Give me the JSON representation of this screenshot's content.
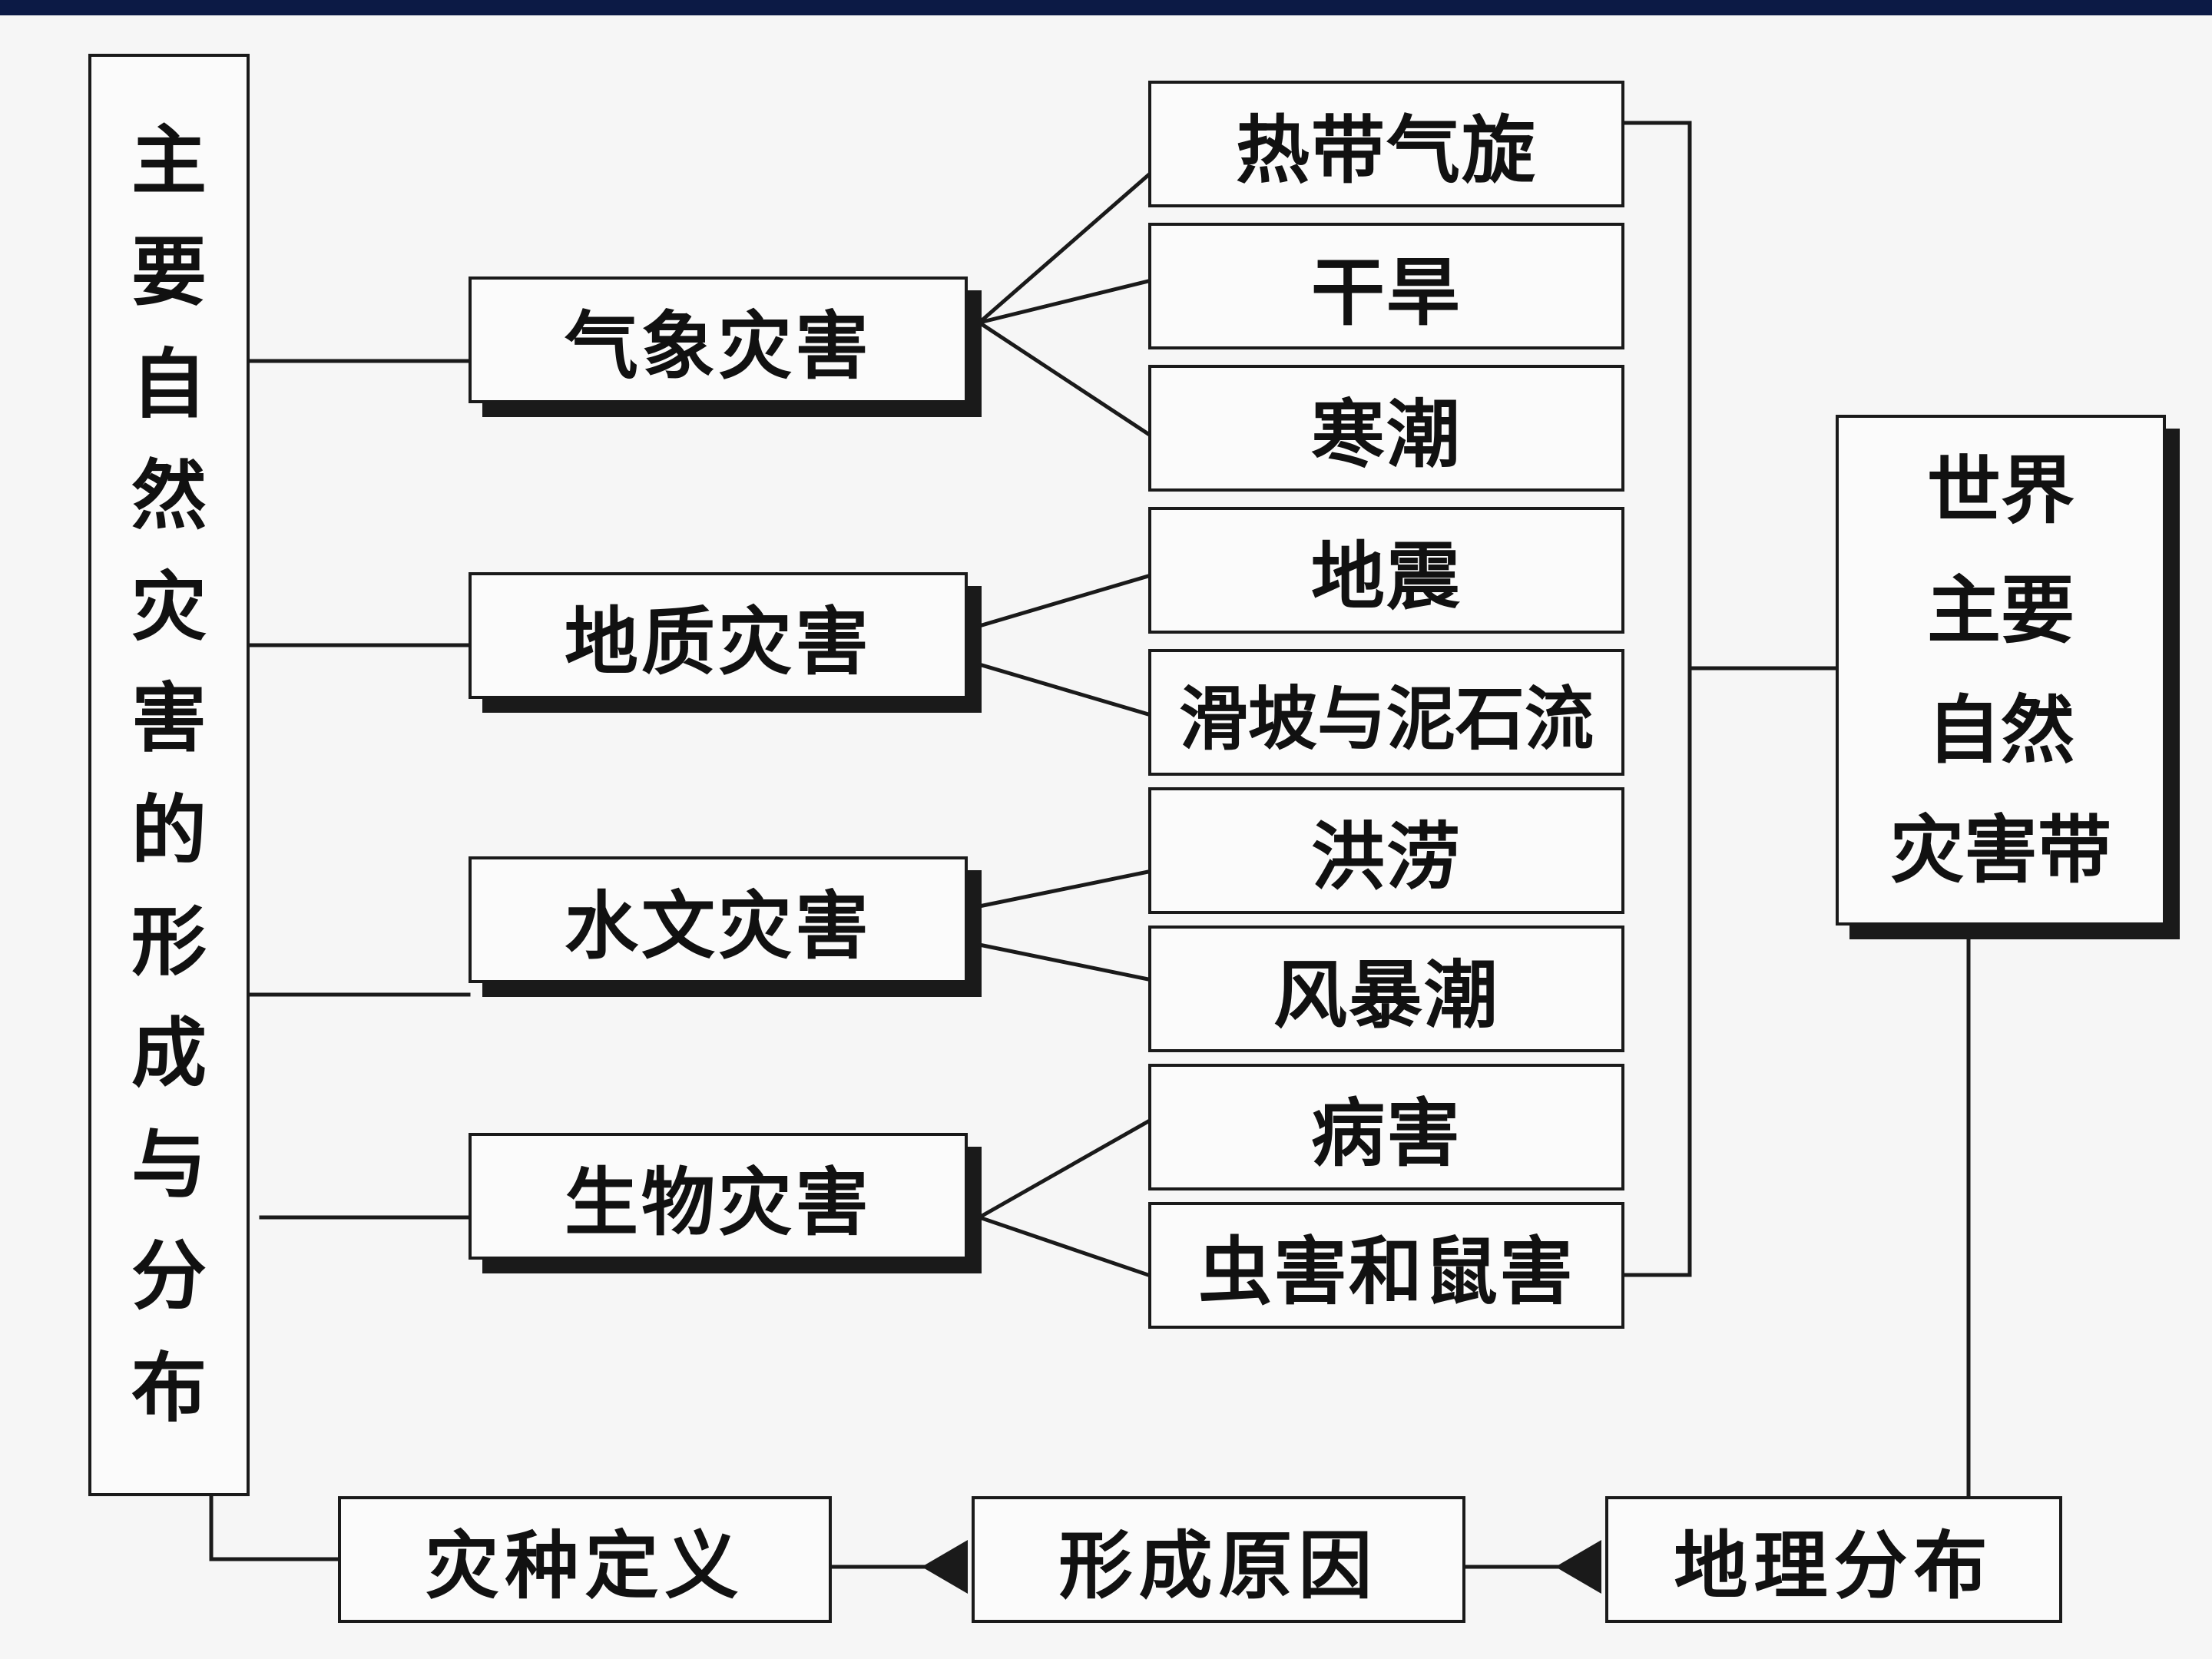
{
  "main_title_chars": [
    "主",
    "要",
    "自",
    "然",
    "灾",
    "害",
    "的",
    "形",
    "成",
    "与",
    "分",
    "布"
  ],
  "categories": [
    {
      "label": "气象灾害",
      "children": [
        "热带气旋",
        "干旱",
        "寒潮"
      ]
    },
    {
      "label": "地质灾害",
      "children": [
        "地震",
        "滑坡与泥石流"
      ]
    },
    {
      "label": "水文灾害",
      "children": [
        "洪涝",
        "风暴潮"
      ]
    },
    {
      "label": "生物灾害",
      "children": [
        "病害",
        "虫害和鼠害"
      ]
    }
  ],
  "belt_lines": [
    "世界",
    "主要",
    "自然",
    "灾害带"
  ],
  "flow_steps": [
    "灾种定义",
    "形成原因",
    "地理分布"
  ],
  "colors": {
    "header_bar": "#0c1a45",
    "line": "#1a1a1a",
    "background": "#f6f6f6"
  }
}
